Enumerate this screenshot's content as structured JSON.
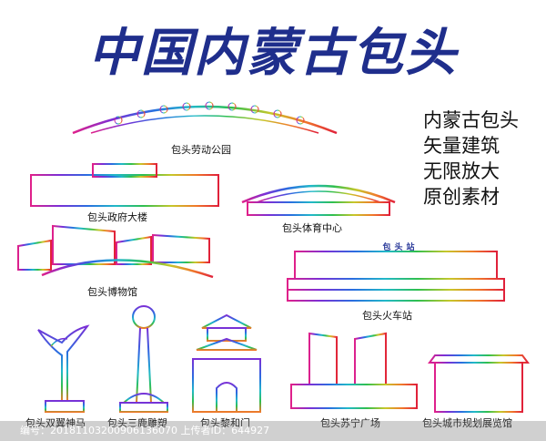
{
  "title": "中国内蒙古包头",
  "side_lines": [
    "内蒙古包头",
    "矢量建筑",
    "无限放大",
    "原创素材"
  ],
  "labels": {
    "park": "包头劳动公园",
    "government": "包头政府大楼",
    "sports": "包头体育中心",
    "museum": "包头博物馆",
    "station": "包头火车站",
    "station_sign": "包头站",
    "statue": "包头双翼神马",
    "deer": "包头三鹿雕塑",
    "gate": "包头黎和门",
    "suning": "包头苏宁广场",
    "planning": "包头城市规划展览馆"
  },
  "watermark": "编号：20181103200906136070 上传者ID：644927",
  "colors": {
    "title": "#1f2e8c",
    "gradient": [
      "#e0208a",
      "#7b2fd6",
      "#2a6de0",
      "#21b8c9",
      "#2fbf4f",
      "#c7c72a",
      "#f0792a",
      "#e0203a"
    ]
  }
}
